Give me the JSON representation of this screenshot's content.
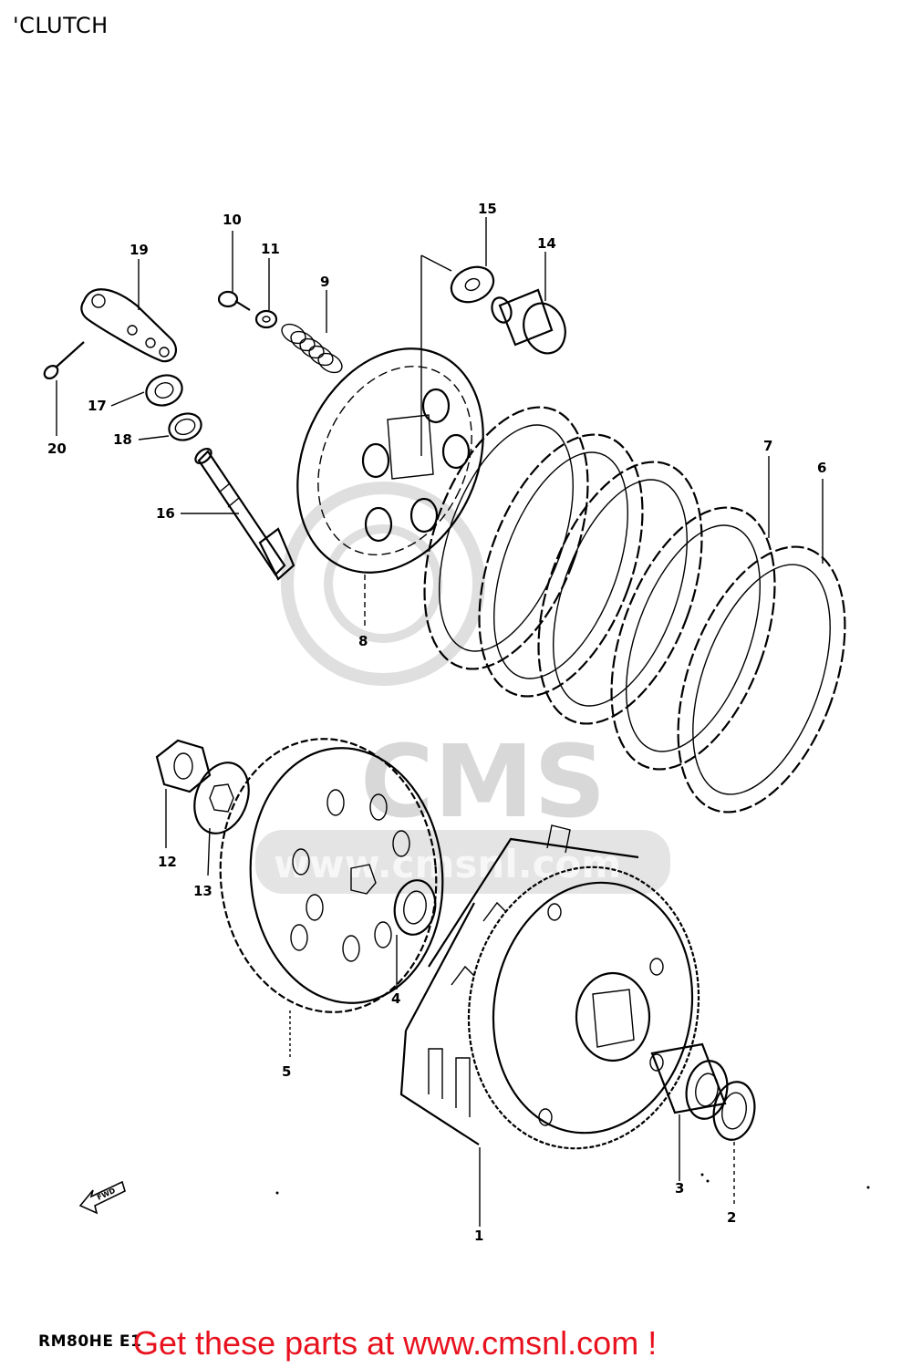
{
  "title": "'CLUTCH",
  "callouts": [
    "1",
    "2",
    "3",
    "4",
    "5",
    "6",
    "7",
    "8",
    "9",
    "10",
    "11",
    "12",
    "13",
    "14",
    "15",
    "16",
    "17",
    "18",
    "19",
    "20"
  ],
  "fwd_marker": "FWD",
  "watermark": {
    "brand": "CMS",
    "url": "www.cmsnl.com"
  },
  "model_code": "RM80HE E1",
  "cta": "Get these parts at www.cmsnl.com !"
}
